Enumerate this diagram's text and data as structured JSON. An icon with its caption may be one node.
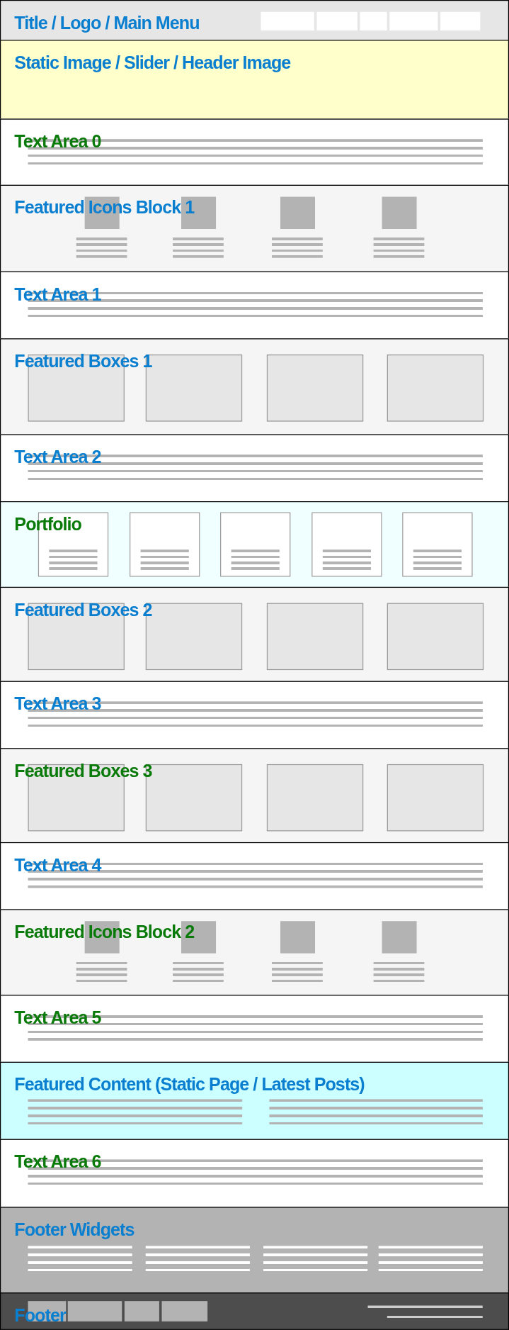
{
  "diagram": {
    "nodes": [
      {
        "text": [
          "Title / Logo / Main Menu"
        ]
      },
      {
        "text": [
          "Static Image / Slider / Header Image"
        ]
      },
      {
        "text": [
          "Text Area 0"
        ]
      },
      {
        "text": [
          "Featured Icons Block 1"
        ]
      },
      {
        "text": [
          "Text Area 1"
        ]
      },
      {
        "text": [
          "Featured Boxes 1"
        ]
      },
      {
        "text": [
          "Text Area 2"
        ]
      },
      {
        "text": [
          "Portfolio"
        ]
      },
      {
        "text": [
          "Featured Boxes 2"
        ]
      },
      {
        "text": [
          "Text Area 3"
        ]
      },
      {
        "text": [
          "Featured Boxes 3"
        ]
      },
      {
        "text": [
          "Text Area 4"
        ]
      },
      {
        "text": [
          "Featured Icons Block 2"
        ]
      },
      {
        "text": [
          "Text Area 5"
        ]
      },
      {
        "text": [
          "Featured Content (Static Page / Latest Posts)"
        ]
      },
      {
        "text": [
          "Text Area 6"
        ]
      },
      {
        "text": [
          "Footer Widgets"
        ]
      },
      {
        "text": [
          "Footer"
        ]
      }
    ]
  }
}
